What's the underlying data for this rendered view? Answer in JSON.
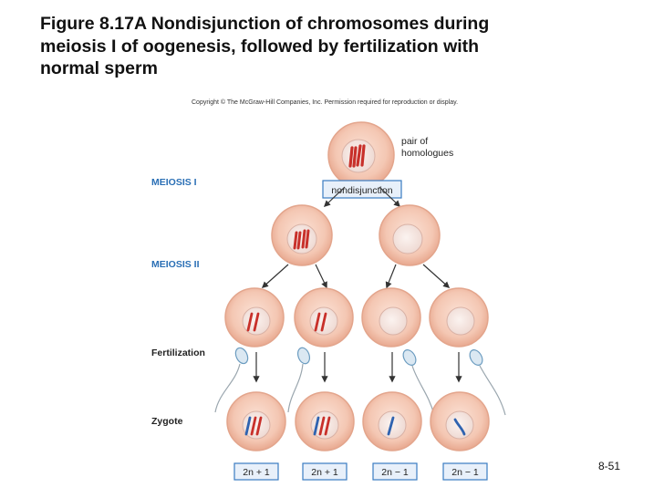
{
  "title": {
    "line1": "Figure 8.17A Nondisjunction of chromosomes during",
    "line2": "meiosis I of oogenesis, followed by fertilization with",
    "line3": "normal sperm"
  },
  "copyright": "Copyright © The McGraw-Hill Companies, Inc. Permission required for reproduction or display.",
  "labels": {
    "meiosis1": "MEIOSIS I",
    "meiosis2": "MEIOSIS II",
    "fertilization": "Fertilization",
    "zygote": "Zygote",
    "pair1": "pair of",
    "pair2": "homologues",
    "nondisjunction": "nondisjunction"
  },
  "zygotes": [
    "2n + 1",
    "2n + 1",
    "2n − 1",
    "2n − 1"
  ],
  "slide_number": "8-51",
  "colors": {
    "cell_outer": "#f4c7b3",
    "cell_edge": "#e3a58c",
    "nucleus": "#f6e9e4",
    "chromosome_maternal": "#c8302a",
    "chromosome_paternal": "#2f63b0",
    "meiosis_label": "#2a6fb5",
    "box_border": "#3a7cc2",
    "box_fill": "#e8f0fa"
  }
}
